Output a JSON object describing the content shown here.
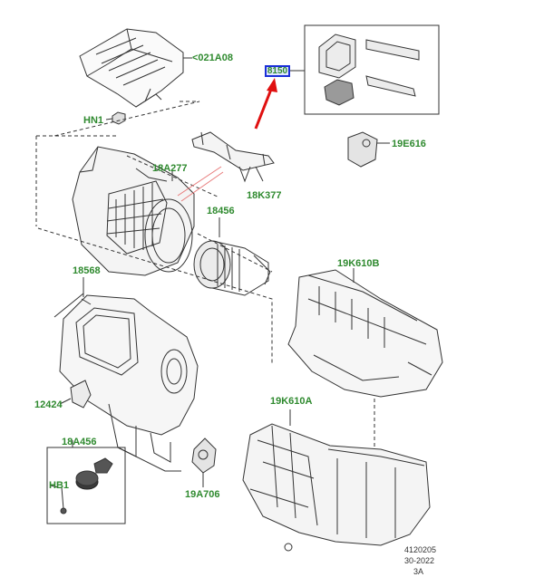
{
  "colors": {
    "label": "#2f8a2f",
    "line": "#333333",
    "arrow": "#e01010",
    "highlight_border": "#1a2fd8"
  },
  "labels": {
    "p021A08": "<021A08",
    "hn1": "HN1",
    "p18A277": "18A277",
    "p18K377": "18K377",
    "p19E616": "19E616",
    "p18456": "18456",
    "p18568": "18568",
    "p19K610B": "19K610B",
    "p12424": "12424",
    "p18A456": "18A456",
    "hb1": "HB1",
    "p19A706": "19A706",
    "p19K610A": "19K610A",
    "highlight": "8150"
  },
  "reference": {
    "line1": "4120205",
    "line2": "30-2022",
    "line3": "3A"
  }
}
